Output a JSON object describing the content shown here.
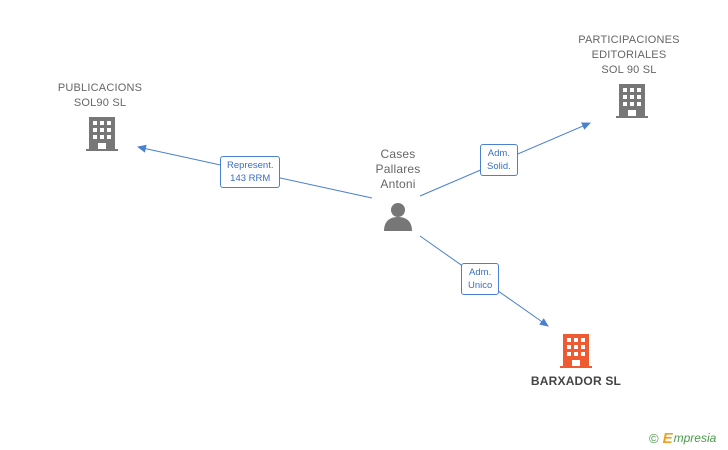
{
  "colors": {
    "edge": "#4a7fd1",
    "company": "#777777",
    "company_highlight": "#f05a30",
    "person": "#777777",
    "brand_green": "#4a9a4a",
    "brand_orange": "#f0a020"
  },
  "nodes": {
    "publicacions": {
      "line1": "PUBLICACIONS",
      "line2": "SOL90 SL",
      "icon": "building-icon"
    },
    "participaciones": {
      "line1": "PARTICIPACIONES",
      "line2": "EDITORIALES",
      "line3": "SOL 90 SL",
      "icon": "building-icon"
    },
    "person": {
      "line1": "Cases",
      "line2": "Pallares",
      "line3": "Antoni",
      "icon": "person-icon"
    },
    "barxador": {
      "line1": "BARXADOR SL",
      "icon": "building-icon"
    }
  },
  "edges": {
    "represent": {
      "line1": "Represent.",
      "line2": "143 RRM"
    },
    "solid": {
      "line1": "Adm.",
      "line2": "Solid."
    },
    "unico": {
      "line1": "Adm.",
      "line2": "Unico"
    }
  },
  "footer": {
    "copyright": "©",
    "brand_first": "E",
    "brand_rest": "mpresia"
  }
}
